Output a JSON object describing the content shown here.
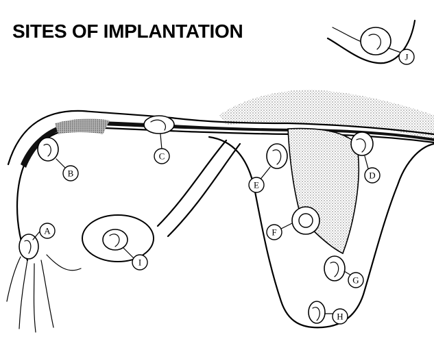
{
  "title": "SITES OF IMPLANTATION",
  "labels": {
    "a": "A",
    "b": "B",
    "c": "C",
    "d": "D",
    "e": "E",
    "f": "F",
    "g": "G",
    "h": "H",
    "i": "I",
    "j": "J"
  },
  "colors": {
    "ink": "#000000",
    "paper": "#ffffff",
    "stipple": "#9a9a9a"
  }
}
